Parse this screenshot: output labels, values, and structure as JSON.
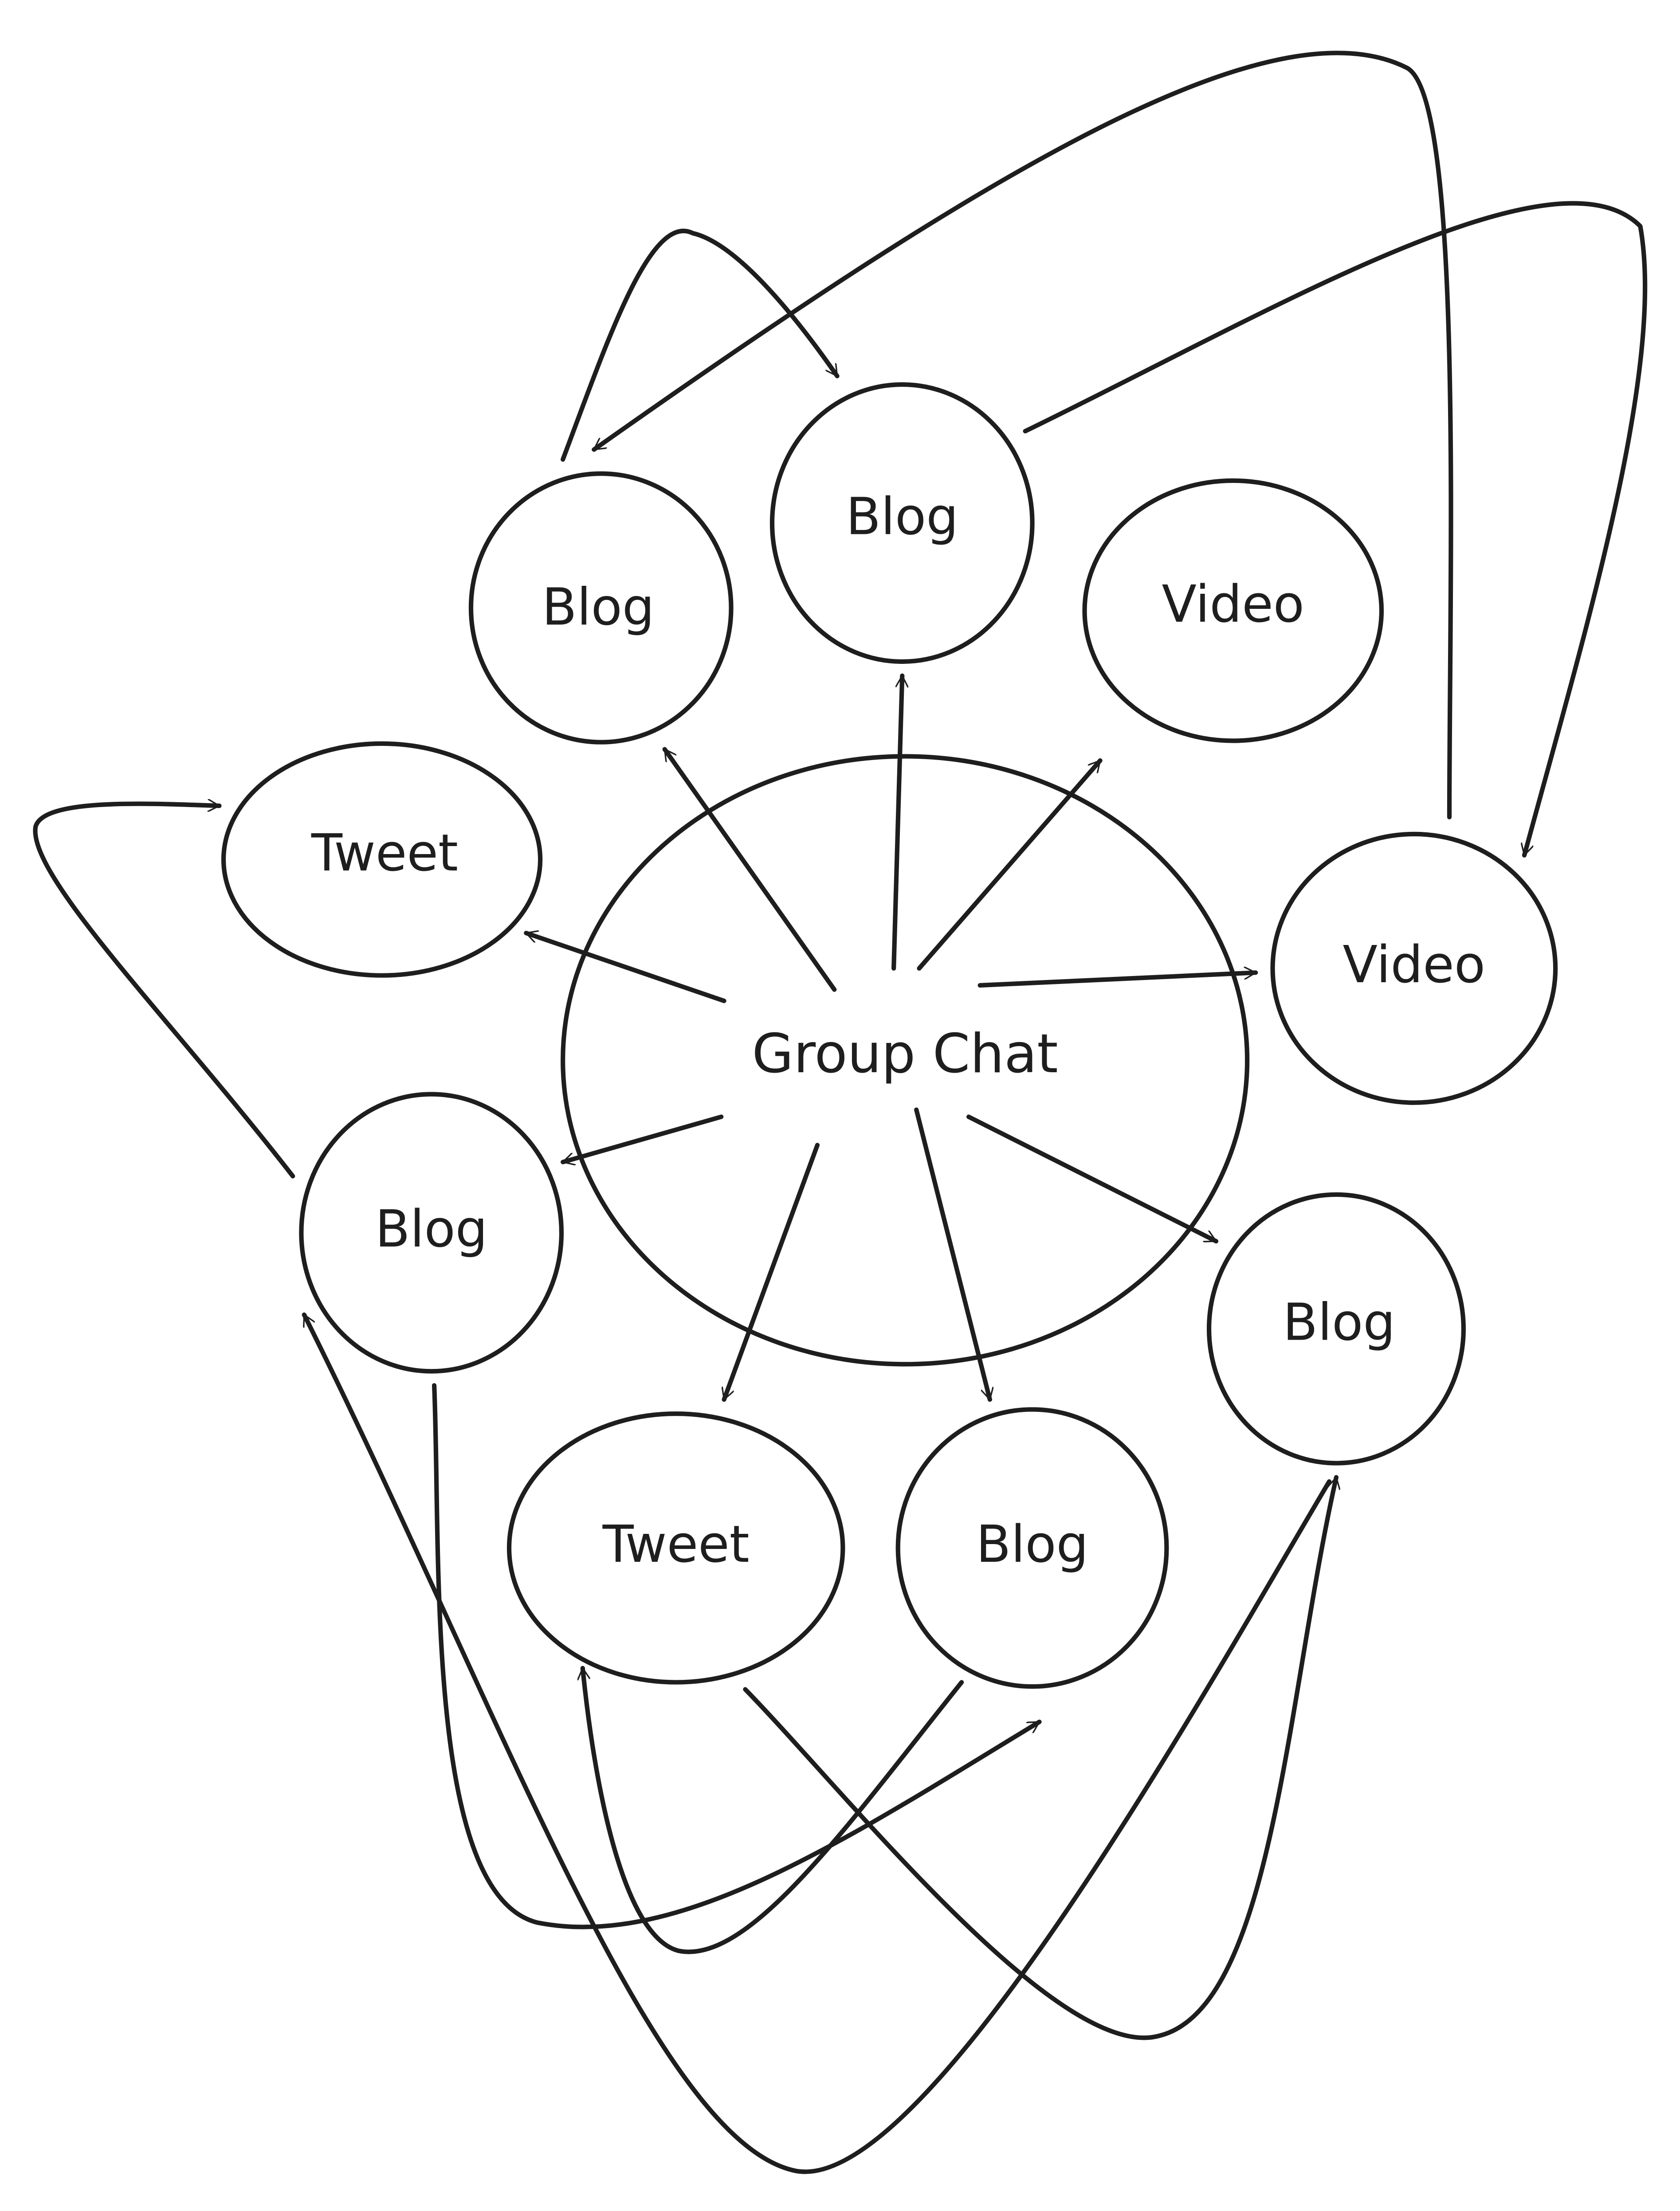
{
  "diagram": {
    "center": {
      "label": "Group Chat"
    },
    "nodes": {
      "blog_top_left": {
        "label": "Blog"
      },
      "blog_top": {
        "label": "Blog"
      },
      "video_top": {
        "label": "Video"
      },
      "tweet_left": {
        "label": "Tweet"
      },
      "video_right": {
        "label": "Video"
      },
      "blog_left": {
        "label": "Blog"
      },
      "blog_right": {
        "label": "Blog"
      },
      "tweet_bottom": {
        "label": "Tweet"
      },
      "blog_bottom": {
        "label": "Blog"
      }
    },
    "stroke_color": "#1e1e1e",
    "background": "#ffffff"
  }
}
